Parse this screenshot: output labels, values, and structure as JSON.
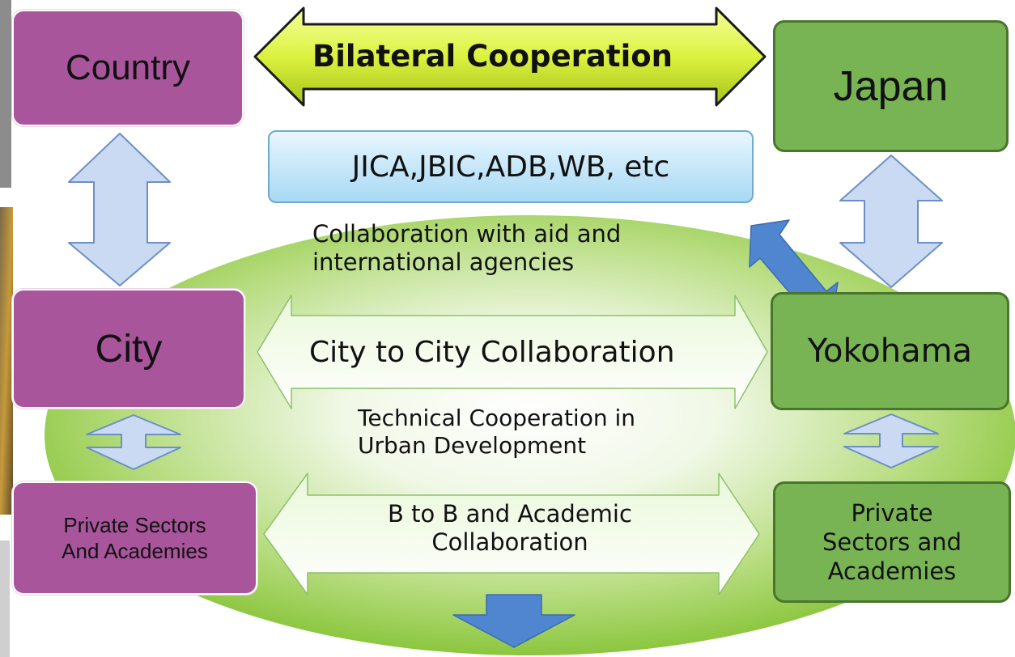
{
  "left": {
    "country": "Country",
    "city": "City",
    "private": "Private Sectors\nAnd Academies"
  },
  "right": {
    "japan": "Japan",
    "yokohama": "Yokohama",
    "private": "Private\nSectors and\nAcademies"
  },
  "top_arrow": "Bilateral Cooperation",
  "agencies_box": "JICA,JBIC,ADB,WB, etc",
  "agencies_note": "Collaboration with aid and\ninternational agencies",
  "city_arrow": "City to City Collaboration",
  "technical_note": "Technical Cooperation in\nUrban Development",
  "b2b_arrow": "B to B and Academic\nCollaboration",
  "colors": {
    "purple_box": "#a9559c",
    "green_box": "#79b454",
    "green_border": "#47762c",
    "ellipse": "#8cc63f",
    "light_arrow_fill": "#c9daf2",
    "light_arrow_stroke": "#6e8fc5",
    "dark_arrow": "#4f86cf",
    "bilateral_arrow": "#d8f04a"
  }
}
